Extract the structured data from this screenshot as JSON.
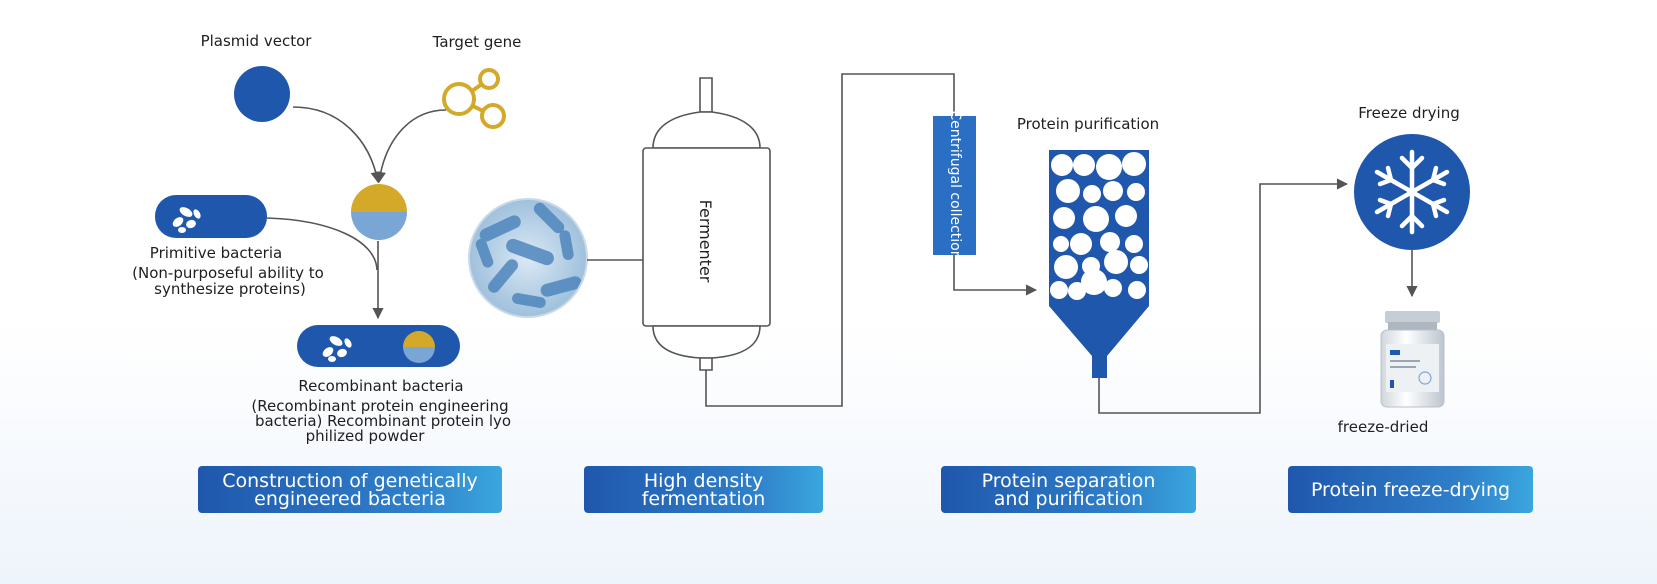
{
  "labels": {
    "plasmid_vector": "Plasmid vector",
    "target_gene": "Target gene",
    "primitive_bacteria": "Primitive bacteria",
    "primitive_note_1": "(Non-purposeful ability to",
    "primitive_note_2": "synthesize proteins)",
    "recombinant_bacteria": "Recombinant bacteria",
    "recombinant_note_1": "(Recombinant protein engineering",
    "recombinant_note_2": "bacteria) Recombinant protein lyo",
    "recombinant_note_3": "philized powder",
    "fermenter": "Fermenter",
    "centrifugal_collection": "Centrifugal collection",
    "protein_purification": "Protein purification",
    "freeze_drying": "Freeze drying",
    "freeze_dried": "freeze-dried"
  },
  "stages": [
    {
      "line1": "Construction of genetically",
      "line2": "engineered bacteria"
    },
    {
      "line1": "High density fermentation",
      "line2": ""
    },
    {
      "line1": "Protein separation",
      "line2": "and purification"
    },
    {
      "line1": "Protein freeze-drying",
      "line2": ""
    }
  ],
  "colors": {
    "primary_blue": "#1f57ad",
    "gold": "#d4a92a",
    "light_blue": "#7aa6d6",
    "line_gray": "#555555",
    "text": "#1f1f1f"
  }
}
